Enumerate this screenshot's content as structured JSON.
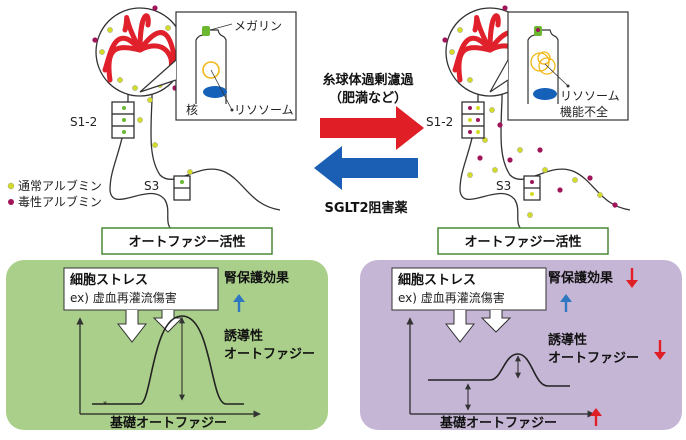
{
  "colors": {
    "normal_albumin": "#d4dc2a",
    "toxic_albumin": "#a0145a",
    "glomerulus": "#e0202a",
    "lysosome": "#f2b818",
    "nucleus": "#1560b8",
    "megalin": "#6ab830",
    "arrow_right": "#e01e26",
    "arrow_left": "#1a5fb4",
    "panel_left_bg": "#a9cf8a",
    "panel_right_bg": "#c6b6d6",
    "up_arrow_blue": "#2f77c0",
    "down_arrow_red": "#e01e26"
  },
  "left_nephron": {
    "callout": {
      "megalin": "メガリン",
      "lysosome": "リソソーム",
      "nucleus": "核"
    },
    "segment_s12": "S1-2",
    "segment_s3": "S3"
  },
  "right_nephron": {
    "callout": {
      "lysosome_line1": "リソソーム",
      "lysosome_line2": "機能不全"
    },
    "segment_s12": "S1-2",
    "segment_s3": "S3"
  },
  "legend": {
    "normal_albumin": "通常アルブミン",
    "toxic_albumin": "毒性アルブミン"
  },
  "center": {
    "hyperfiltration_line1": "糸球体過剰濾過",
    "hyperfiltration_line2": "（肥満など）",
    "sglt2": "SGLT2阻害薬"
  },
  "left_panel": {
    "title": "オートファジー活性",
    "stress_line1": "細胞ストレス",
    "stress_line2": "ex) 虚血再灌流傷害",
    "renoprotection": "腎保護効果",
    "induced_line1": "誘導性",
    "induced_line2": "オートファジー",
    "basal": "基礎オートファジー"
  },
  "right_panel": {
    "title": "オートファジー活性",
    "stress_line1": "細胞ストレス",
    "stress_line2": "ex) 虚血再灌流傷害",
    "renoprotection": "腎保護効果",
    "induced_line1": "誘導性",
    "induced_line2": "オートファジー",
    "basal": "基礎オートファジー"
  }
}
